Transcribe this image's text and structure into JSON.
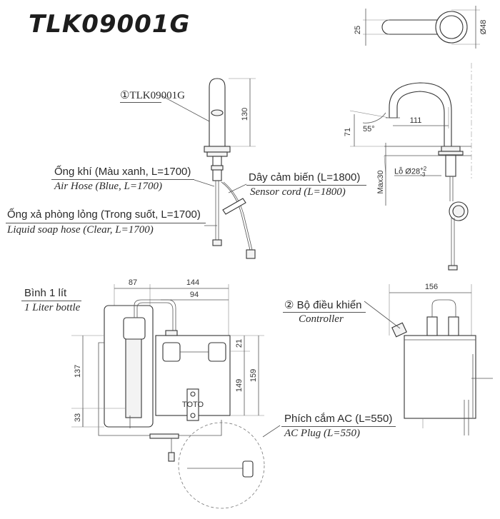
{
  "title": "TLK09001G",
  "part1": {
    "label": "①TLK09001G"
  },
  "air_hose": {
    "vi": "Ống khí (Màu xanh, L=1700)",
    "en": "Air Hose (Blue, L=1700)"
  },
  "soap_hose": {
    "vi": "Ống xả phòng lỏng (Trong suốt, L=1700)",
    "en": "Liquid soap hose (Clear, L=1700)"
  },
  "sensor_cord": {
    "vi": "Dây cảm biến (L=1800)",
    "en": "Sensor cord (L=1800)"
  },
  "bottle": {
    "vi": "Bình 1 lít",
    "en": "1 Liter bottle"
  },
  "controller": {
    "vi": "② Bộ điều khiển",
    "en": "Controller"
  },
  "ac_plug": {
    "vi": "Phích cắm AC (L=550)",
    "en": "AC Plug (L=550)"
  },
  "hole": {
    "prefix": "Lỗ Ø28",
    "tol_plus": "+2",
    "tol_minus": "-3"
  },
  "dims": {
    "top_h": "25",
    "top_d": "Ø48",
    "spout_h": "130",
    "reach": "111",
    "angle": "55°",
    "height": "71",
    "max_thk": "Max30",
    "w87": "87",
    "w144": "144",
    "w94": "94",
    "h21": "21",
    "h159": "159",
    "h149": "149",
    "h137": "137",
    "h33": "33",
    "w156": "156"
  },
  "brand_mark": "TOTO"
}
